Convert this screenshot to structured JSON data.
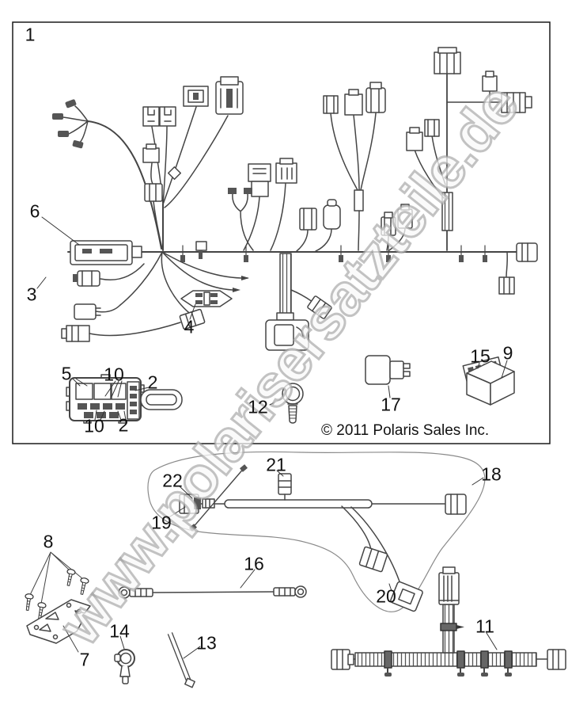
{
  "diagram": {
    "type": "exploded-parts-wiring-diagram",
    "copyright": "© 2011 Polaris Sales Inc.",
    "watermark": "www.polarisersatzteile.de",
    "colors": {
      "line": "#454545",
      "background": "#ffffff",
      "watermark_gray": "#9e9e9e"
    }
  },
  "callouts": [
    {
      "id": "1",
      "text": "1"
    },
    {
      "id": "6",
      "text": "6"
    },
    {
      "id": "3",
      "text": "3"
    },
    {
      "id": "4",
      "text": "4"
    },
    {
      "id": "5",
      "text": "5"
    },
    {
      "id": "10a",
      "text": "10"
    },
    {
      "id": "2a",
      "text": "2"
    },
    {
      "id": "10b",
      "text": "10"
    },
    {
      "id": "2b",
      "text": "2"
    },
    {
      "id": "12",
      "text": "12"
    },
    {
      "id": "17",
      "text": "17"
    },
    {
      "id": "15",
      "text": "15"
    },
    {
      "id": "9",
      "text": "9"
    },
    {
      "id": "22",
      "text": "22"
    },
    {
      "id": "21",
      "text": "21"
    },
    {
      "id": "18",
      "text": "18"
    },
    {
      "id": "19",
      "text": "19"
    },
    {
      "id": "8",
      "text": "8"
    },
    {
      "id": "16",
      "text": "16"
    },
    {
      "id": "20",
      "text": "20"
    },
    {
      "id": "7",
      "text": "7"
    },
    {
      "id": "14",
      "text": "14"
    },
    {
      "id": "13",
      "text": "13"
    },
    {
      "id": "11",
      "text": "11"
    }
  ]
}
